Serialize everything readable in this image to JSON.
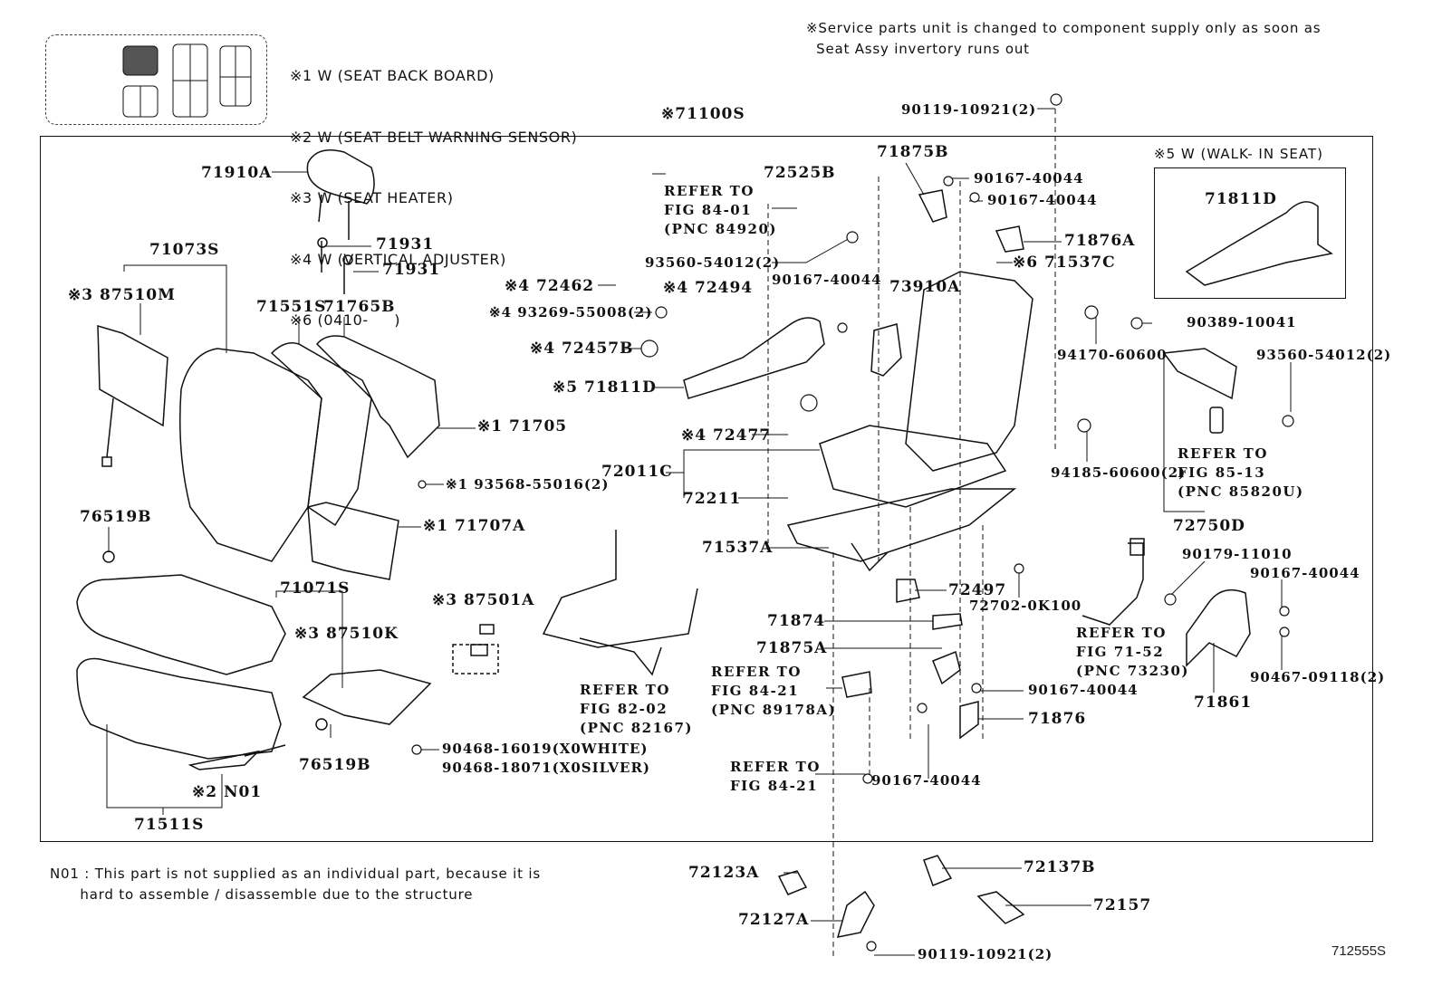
{
  "legend": {
    "items": [
      "※1 W (SEAT BACK BOARD)",
      "※2 W (SEAT BELT WARNING SENSOR)",
      "※3 W (SEAT HEATER)",
      "※4 W (VERTICAL ADJUSTER)",
      "※6 (0410-     )"
    ]
  },
  "service_note": "※Service parts unit is changed to component supply only as soon as\n  Seat Assy invertory runs out",
  "assembly_label": "※71100S",
  "walk_in_box": {
    "title": "※5 W (WALK- IN SEAT)",
    "part": "71811D"
  },
  "parts": {
    "p71910A": "71910A",
    "p71931a": "71931",
    "p71931b": "71931",
    "p71073S": "71073S",
    "p87510M": "※3 87510M",
    "p71551S": "71551S",
    "p71765B": "71765B",
    "p71705": "※1 71705",
    "p93568": "※1 93568-55016(2)",
    "p71707A": "※1 71707A",
    "p76519B_top": "76519B",
    "p71071S": "71071S",
    "p87510K": "※3 87510K",
    "p87501A": "※3 87501A",
    "p76519B_bot": "76519B",
    "pN01": "※2 N01",
    "p71511S": "71511S",
    "p90468a": "90468-16019(X0WHITE)",
    "p90468b": "90468-18071(X0SILVER)",
    "p72525B": "72525B",
    "p93560a": "93560-54012(2)",
    "p72462": "※4 72462",
    "p72494": "※4 72494",
    "p93269": "※4 93269-55008(2)",
    "p72457B": "※4 72457B",
    "p71811D": "※5 71811D",
    "p72477": "※4 72477",
    "p72011C": "72011C",
    "p72211": "72211",
    "p71537A": "71537A",
    "p90119_top": "90119-10921(2)",
    "p71875B": "71875B",
    "p90167a": "90167-40044",
    "p90167b": "90167-40044",
    "p71876A": "71876A",
    "p71537C": "※6 71537C",
    "p90167c": "90167-40044",
    "p73910A": "73910A",
    "p94170": "94170-60600",
    "p90389": "90389-10041",
    "p93560b": "93560-54012(2)",
    "p94185": "94185-60600(2)",
    "p72750D": "72750D",
    "p90179": "90179-11010",
    "p90167d": "90167-40044",
    "p72497": "72497",
    "p72702": "72702-0K100",
    "p71874": "71874",
    "p71875A": "71875A",
    "p90167e": "90167-40044",
    "p71876": "71876",
    "p90167f": "90167-40044",
    "p71861": "71861",
    "p90467": "90467-09118(2)",
    "p72123A": "72123A",
    "p72137B": "72137B",
    "p72157": "72157",
    "p72127A": "72127A",
    "p90119_bot": "90119-10921(2)"
  },
  "references": {
    "ref_84_01": "REFER TO\nFIG 84-01\n(PNC 84920)",
    "ref_82_02": "REFER TO\nFIG 82-02\n(PNC 82167)",
    "ref_85_13": "REFER TO\nFIG 85-13\n(PNC 85820U)",
    "ref_71_52": "REFER TO\nFIG 71-52\n(PNC 73230)",
    "ref_84_21a": "REFER TO\nFIG 84-21\n(PNC 89178A)",
    "ref_84_21b": "REFER TO\nFIG 84-21"
  },
  "footnote": "N01 : This part is not supplied as an individual part, because it is\n      hard to assemble / disassemble due to the structure",
  "page_number": "712555S"
}
